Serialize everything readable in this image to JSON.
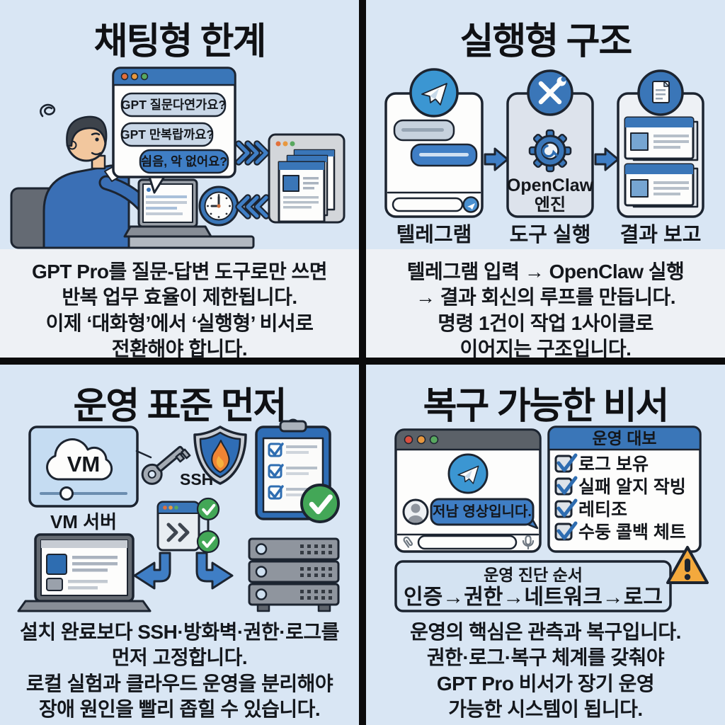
{
  "colors": {
    "panel_bg": "#d9e6f4",
    "caption_bg": "#eef1f5",
    "divider": "#0b0b0c",
    "outline": "#1c2430",
    "blue_primary": "#3a76b8",
    "bubble_blue": "#3f7ec5",
    "telegram_blue": "#3b96d2",
    "light_bubble": "#c9d7e7",
    "green_check": "#43a757",
    "warning_orange": "#f3a93d",
    "flame_orange": "#ee8434",
    "text": "#14171c"
  },
  "icons": [
    "telegram-icon",
    "tools-icon",
    "gear-icon",
    "document-icon",
    "clock-icon",
    "key-icon",
    "shield-fire-icon",
    "clipboard-icon",
    "green-check-icon",
    "server-icon",
    "laptop-icon",
    "warning-icon",
    "paperclip-icon",
    "mic-icon",
    "avatar-icon",
    "send-icon",
    "scribble-icon",
    "chevron-arrows-icon"
  ],
  "panels": {
    "p1": {
      "title": "채팅형 한계",
      "chat": {
        "bubble1": "GPT 질문다연가요?",
        "bubble2": "GPT 만복랍까요?",
        "bubble3": "싐음, 악 없어요?"
      },
      "caption": "GPT Pro를 질문-답변 도구로만 쓰면\n반복 업무 효율이 제한됩니다.\n이제 ‘대화형’에서 ‘실행형’ 비서로\n전환해야 합니다."
    },
    "p2": {
      "title": "실행형 구조",
      "engine_name": "OpenClaw",
      "engine_sub": "엔진",
      "labels": {
        "step1": "텔레그램",
        "step2": "도구 실행",
        "step3": "결과 보고"
      },
      "caption": "텔레그램 입력 → OpenClaw 실행\n→ 결과 회신의 루프를 만듭니다.\n명령 1건이 작업 1사이클로\n이어지는 구조입니다."
    },
    "p3": {
      "title": "운영 표준 먼저",
      "vm_label": "VM",
      "vm_server_label": "VM 서버",
      "ssh_label": "SSH",
      "caption": "설치 완료보다 SSH·방화벽·권한·로그를\n먼저 고정합니다.\n로컬 실험과 클라우드 운영을 분리해야\n장애 원인을 빨리 좁힐 수 있습니다."
    },
    "p4": {
      "title": "복구 가능한 비서",
      "chat_message": "저남 영상입니다.",
      "checklist": {
        "header": "운영 대보",
        "items": [
          "로그 보유",
          "실패 알지 작빙",
          "레티조",
          "수둥 콜백 체트"
        ]
      },
      "diagnosis": {
        "line1": "운영 진단 순서",
        "line2": "인증→권한→네트워크→로그"
      },
      "caption": "운영의 핵심은 관측과 복구입니다.\n권한·로그·복구 체계를 갖춰야\nGPT Pro 비서가 장기 운영\n가능한 시스템이 됩니다."
    }
  }
}
